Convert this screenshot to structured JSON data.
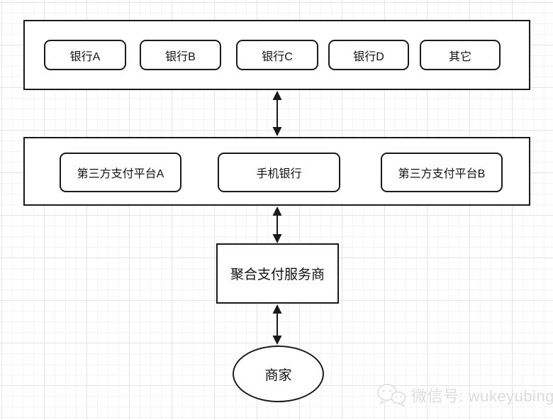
{
  "diagram": {
    "bank_layer": {
      "items": [
        {
          "label": "银行A"
        },
        {
          "label": "银行B"
        },
        {
          "label": "银行C"
        },
        {
          "label": "银行D"
        },
        {
          "label": "其它"
        }
      ]
    },
    "platform_layer": {
      "items": [
        {
          "label": "第三方支付平台A"
        },
        {
          "label": "手机银行"
        },
        {
          "label": "第三方支付平台B"
        }
      ]
    },
    "aggregator": {
      "label": "聚合支付服务商"
    },
    "merchant": {
      "label": "商家"
    }
  },
  "watermark": {
    "text": "微信号: wukeyubing"
  },
  "colors": {
    "stroke": "#1a1a1a",
    "background": "#ffffff",
    "grid_minor": "#f4f4f7",
    "grid_major": "#e3e3e6",
    "watermark": "#dcdcdc"
  }
}
